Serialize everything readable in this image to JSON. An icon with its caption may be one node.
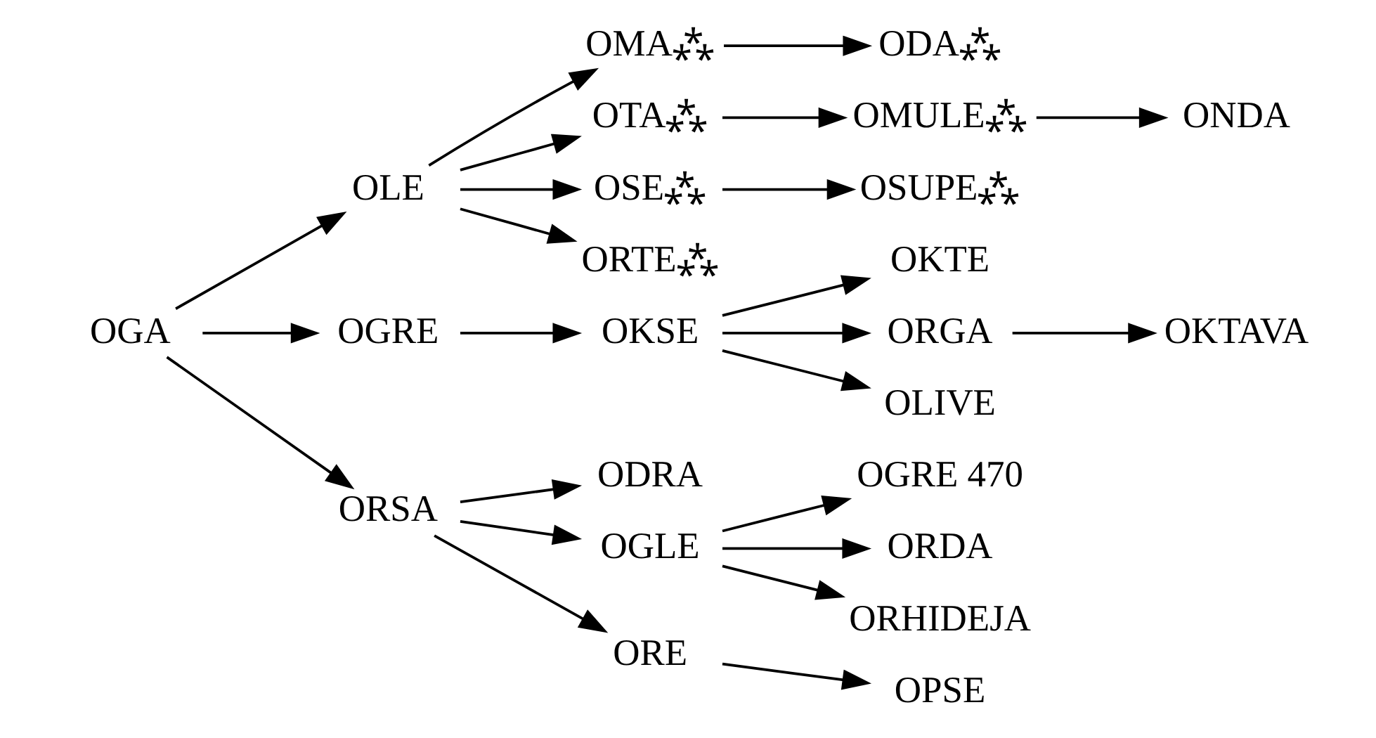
{
  "diagram": {
    "nodes": [
      {
        "text": [
          "OGA"
        ]
      },
      {
        "text": [
          "OLE"
        ]
      },
      {
        "text": [
          "OGRE"
        ]
      },
      {
        "text": [
          "ORSA"
        ]
      },
      {
        "text": [
          "OMA⁂"
        ]
      },
      {
        "text": [
          "OTA⁂"
        ]
      },
      {
        "text": [
          "OSE⁂"
        ]
      },
      {
        "text": [
          "ORTE⁂"
        ]
      },
      {
        "text": [
          "ODA⁂"
        ]
      },
      {
        "text": [
          "OMULE⁂"
        ]
      },
      {
        "text": [
          "OSUPE⁂"
        ]
      },
      {
        "text": [
          "ONDA"
        ]
      },
      {
        "text": [
          "OKSE"
        ]
      },
      {
        "text": [
          "OKTE"
        ]
      },
      {
        "text": [
          "ORGA"
        ]
      },
      {
        "text": [
          "OLIVE"
        ]
      },
      {
        "text": [
          "OKTAVA"
        ]
      },
      {
        "text": [
          "ODRA"
        ]
      },
      {
        "text": [
          "OGLE"
        ]
      },
      {
        "text": [
          "ORE"
        ]
      },
      {
        "text": [
          "OGRE 470"
        ]
      },
      {
        "text": [
          "ORDA"
        ]
      },
      {
        "text": [
          "ORHIDEJA"
        ]
      },
      {
        "text": [
          "OPSE"
        ]
      }
    ],
    "edges": [
      {
        "from": 0,
        "to": 1,
        "arrow": "to"
      },
      {
        "from": 0,
        "to": 2,
        "arrow": "to"
      },
      {
        "from": 0,
        "to": 3,
        "arrow": "to"
      },
      {
        "from": 1,
        "to": 4,
        "arrow": "to"
      },
      {
        "from": 1,
        "to": 5,
        "arrow": "to"
      },
      {
        "from": 1,
        "to": 6,
        "arrow": "to"
      },
      {
        "from": 1,
        "to": 7,
        "arrow": "to"
      },
      {
        "from": 4,
        "to": 8,
        "arrow": "to"
      },
      {
        "from": 5,
        "to": 9,
        "arrow": "to"
      },
      {
        "from": 9,
        "to": 11,
        "arrow": "to"
      },
      {
        "from": 6,
        "to": 10,
        "arrow": "to"
      },
      {
        "from": 2,
        "to": 12,
        "arrow": "to"
      },
      {
        "from": 12,
        "to": 13,
        "arrow": "to"
      },
      {
        "from": 12,
        "to": 14,
        "arrow": "to"
      },
      {
        "from": 12,
        "to": 15,
        "arrow": "to"
      },
      {
        "from": 14,
        "to": 16,
        "arrow": "to"
      },
      {
        "from": 3,
        "to": 17,
        "arrow": "to"
      },
      {
        "from": 3,
        "to": 18,
        "arrow": "to"
      },
      {
        "from": 3,
        "to": 19,
        "arrow": "to"
      },
      {
        "from": 18,
        "to": 20,
        "arrow": "to"
      },
      {
        "from": 18,
        "to": 21,
        "arrow": "to"
      },
      {
        "from": 18,
        "to": 22,
        "arrow": "to"
      },
      {
        "from": 19,
        "to": 23,
        "arrow": "to"
      }
    ]
  }
}
